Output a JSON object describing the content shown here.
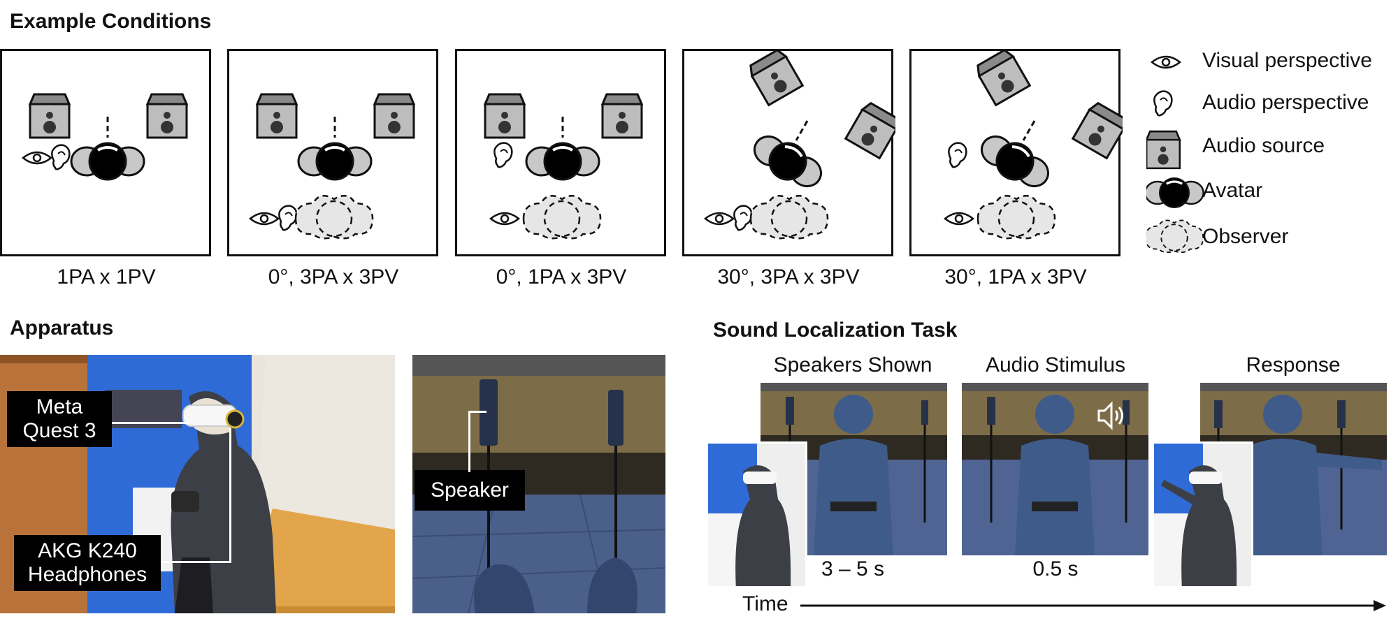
{
  "sections": {
    "conditions_title": "Example Conditions",
    "apparatus_title": "Apparatus",
    "task_title": "Sound Localization Task"
  },
  "conditions": [
    {
      "label": "1PA x 1PV"
    },
    {
      "label": "0°, 3PA x 3PV"
    },
    {
      "label": "0°, 1PA x 3PV"
    },
    {
      "label": "30°, 3PA x 3PV"
    },
    {
      "label": "30°, 1PA x 3PV"
    }
  ],
  "legend": [
    {
      "icon": "eye-icon",
      "label": "Visual perspective"
    },
    {
      "icon": "ear-icon",
      "label": "Audio perspective"
    },
    {
      "icon": "speaker-icon",
      "label": "Audio source"
    },
    {
      "icon": "avatar-icon",
      "label": "Avatar"
    },
    {
      "icon": "observer-icon",
      "label": "Observer"
    }
  ],
  "apparatus": {
    "headset_label_line1": "Meta",
    "headset_label_line2": "Quest 3",
    "headphones_label_line1": "AKG K240",
    "headphones_label_line2": "Headphones",
    "speaker_label": "Speaker"
  },
  "task": {
    "stages": [
      {
        "name": "Speakers Shown",
        "duration": "3 – 5 s"
      },
      {
        "name": "Audio Stimulus",
        "duration": "0.5 s"
      },
      {
        "name": "Response",
        "duration": ""
      }
    ],
    "time_label": "Time"
  },
  "colors": {
    "speaker_gray": "#9a9a9a",
    "avatar_gray": "#c8c8c8",
    "observer_fill": "#e8e8e8",
    "wall_blue": "#2f6bd6",
    "vr_floor": "#4a5f8a",
    "vr_wall": "#8a7a55"
  }
}
